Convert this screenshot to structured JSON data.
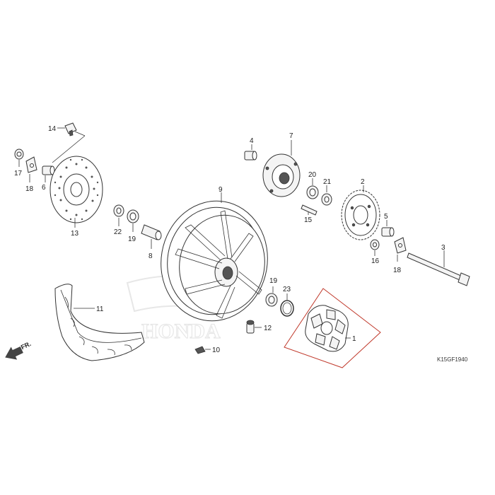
{
  "diagram": {
    "code": "K15GF1940",
    "direction_label": "FR.",
    "callouts": {
      "c1": "1",
      "c2": "2",
      "c3": "3",
      "c4": "4",
      "c5": "5",
      "c6": "6",
      "c7": "7",
      "c8": "8",
      "c9": "9",
      "c10": "10",
      "c11": "11",
      "c12": "12",
      "c13": "13",
      "c14": "14",
      "c15": "15",
      "c16": "16",
      "c17": "17",
      "c18a": "18",
      "c18b": "18",
      "c19a": "19",
      "c19b": "19",
      "c20": "20",
      "c21": "21",
      "c22": "22",
      "c23": "23"
    },
    "colors": {
      "line": "#333333",
      "highlight": "#c0392b",
      "watermark": "#d8d8d8"
    }
  }
}
